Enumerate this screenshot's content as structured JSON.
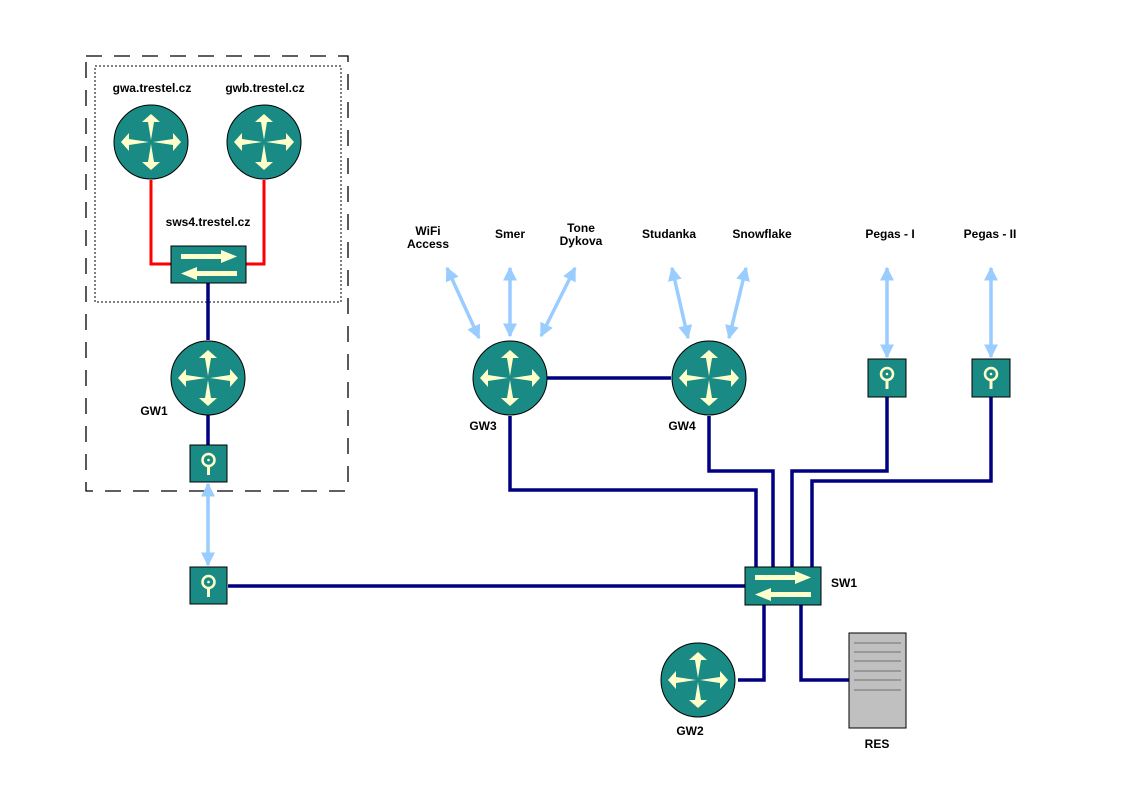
{
  "colors": {
    "device_fill": "#1a8a84",
    "device_glyph": "#ffffcc",
    "wired_link": "#000080",
    "cluster_link": "#ff0000",
    "wireless_link": "#99ccff",
    "server_fill": "#c0c0c0"
  },
  "cluster": {
    "outer_border": "dashed",
    "inner_border": "dotted"
  },
  "devices": {
    "gwa": {
      "type": "router",
      "label": "gwa.trestel.cz"
    },
    "gwb": {
      "type": "router",
      "label": "gwb.trestel.cz"
    },
    "sws4": {
      "type": "switch",
      "label": "sws4.trestel.cz"
    },
    "gw1": {
      "type": "router",
      "label": "GW1"
    },
    "ap_gw1": {
      "type": "wireless-bridge",
      "label": ""
    },
    "ap_remote": {
      "type": "wireless-bridge",
      "label": ""
    },
    "gw3": {
      "type": "router",
      "label": "GW3"
    },
    "gw4": {
      "type": "router",
      "label": "GW4"
    },
    "ap_pegas1": {
      "type": "wireless-bridge",
      "label": ""
    },
    "ap_pegas2": {
      "type": "wireless-bridge",
      "label": ""
    },
    "sw1": {
      "type": "switch",
      "label": "SW1"
    },
    "gw2": {
      "type": "router",
      "label": "GW2"
    },
    "res": {
      "type": "server",
      "label": "RES"
    }
  },
  "wireless_endpoints": {
    "wifi_access": "WiFi\nAccess",
    "smer": "Smer",
    "tone_dykova": "Tone\nDykova",
    "studanka": "Studanka",
    "snowflake": "Snowflake",
    "pegas1": "Pegas - I",
    "pegas2": "Pegas - II"
  },
  "links": [
    {
      "from": "gwa",
      "to": "sws4",
      "kind": "cluster"
    },
    {
      "from": "gwb",
      "to": "sws4",
      "kind": "cluster"
    },
    {
      "from": "sws4",
      "to": "gw1",
      "kind": "wired"
    },
    {
      "from": "gw1",
      "to": "ap_gw1",
      "kind": "wired"
    },
    {
      "from": "ap_gw1",
      "to": "ap_remote",
      "kind": "wireless"
    },
    {
      "from": "ap_remote",
      "to": "sw1",
      "kind": "wired"
    },
    {
      "from": "gw3",
      "to": "gw4",
      "kind": "wired"
    },
    {
      "from": "gw3",
      "to": "sw1",
      "kind": "wired"
    },
    {
      "from": "gw4",
      "to": "sw1",
      "kind": "wired"
    },
    {
      "from": "ap_pegas1",
      "to": "sw1",
      "kind": "wired"
    },
    {
      "from": "ap_pegas2",
      "to": "sw1",
      "kind": "wired"
    },
    {
      "from": "sw1",
      "to": "gw2",
      "kind": "wired"
    },
    {
      "from": "sw1",
      "to": "res",
      "kind": "wired"
    },
    {
      "from": "gw3",
      "to": "wifi_access",
      "kind": "wireless"
    },
    {
      "from": "gw3",
      "to": "smer",
      "kind": "wireless"
    },
    {
      "from": "gw3",
      "to": "tone_dykova",
      "kind": "wireless"
    },
    {
      "from": "gw4",
      "to": "studanka",
      "kind": "wireless"
    },
    {
      "from": "gw4",
      "to": "snowflake",
      "kind": "wireless"
    },
    {
      "from": "ap_pegas1",
      "to": "pegas1",
      "kind": "wireless"
    },
    {
      "from": "ap_pegas2",
      "to": "pegas2",
      "kind": "wireless"
    }
  ]
}
